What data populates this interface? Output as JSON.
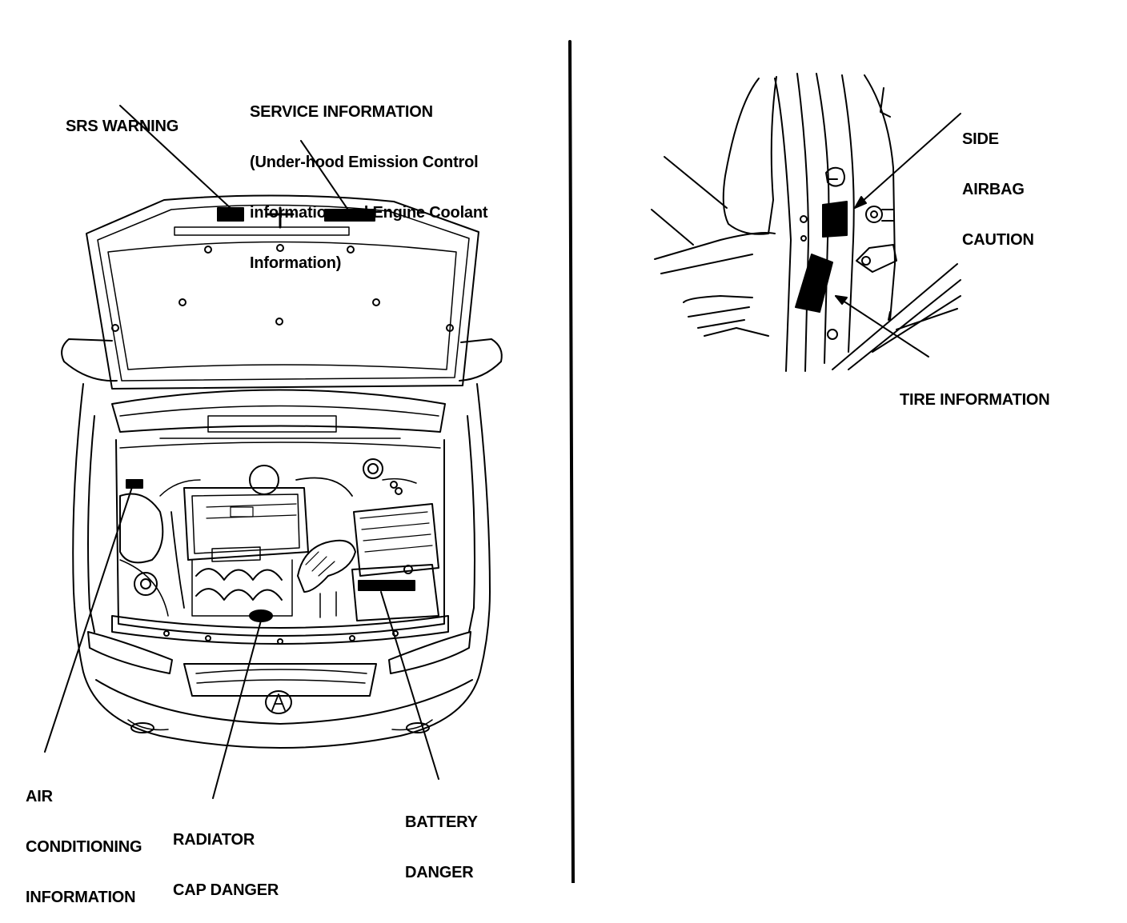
{
  "labels": {
    "srs_warning": [
      "SRS WARNING"
    ],
    "service_info": [
      "SERVICE INFORMATION",
      "(Under-hood Emission Control",
      "information and Engine Coolant",
      "Information)"
    ],
    "air_conditioning": [
      "AIR",
      "CONDITIONING",
      "INFORMATION"
    ],
    "radiator_cap": [
      "RADIATOR",
      "CAP DANGER"
    ],
    "battery": [
      "BATTERY",
      "DANGER"
    ],
    "side_airbag": [
      "SIDE",
      "AIRBAG",
      "CAUTION"
    ],
    "tire_info": [
      "TIRE INFORMATION"
    ]
  },
  "colors": {
    "ink": "#000000",
    "paper": "#ffffff"
  }
}
